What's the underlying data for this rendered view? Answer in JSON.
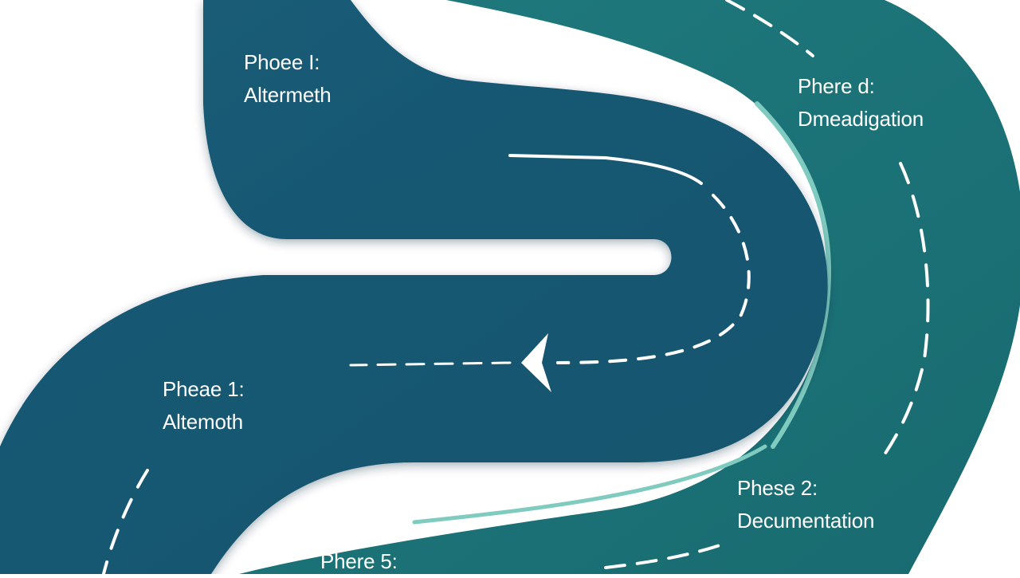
{
  "colors": {
    "background": "#ffffff",
    "road_dark": "#18566f",
    "road_teal": "#1c7077",
    "road_edge_light": "#7fcbc0",
    "dash": "#ffffff",
    "label_text": "#ffffff"
  },
  "phases": [
    {
      "title": "Phoee I:",
      "subtitle": "Altermeth"
    },
    {
      "title": "Phere d:",
      "subtitle": "Dmeadigation"
    },
    {
      "title": "Pheae 1:",
      "subtitle": "Altemoth"
    },
    {
      "title": "Phese 2:",
      "subtitle": "Decumentation"
    },
    {
      "title": "Phere 5:",
      "subtitle": ""
    }
  ],
  "arrow": {
    "direction": "left",
    "icon": "chevron-left-icon"
  }
}
